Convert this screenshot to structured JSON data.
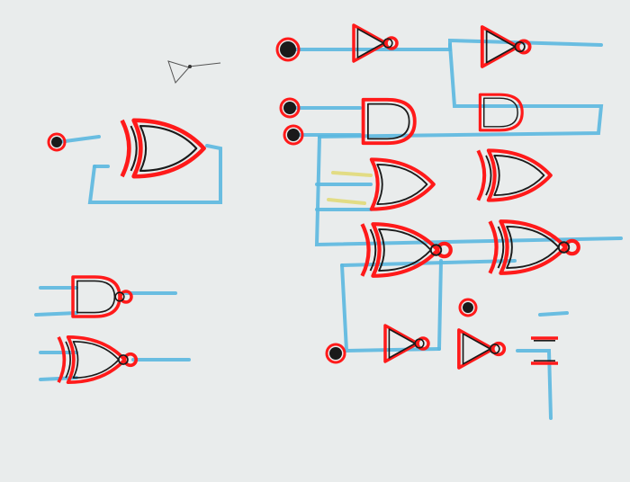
{
  "diagram": {
    "colors": {
      "background": "#e9ecec",
      "wire": "#5bb8e0",
      "highlight": "#ff1a1a",
      "ink": "#1a1a1a",
      "marker": "#e0d86a"
    },
    "symbols": [
      {
        "type": "not-gate"
      },
      {
        "type": "not-gate"
      },
      {
        "type": "nand-gate"
      },
      {
        "type": "and-gate"
      },
      {
        "type": "and-gate"
      },
      {
        "type": "xor-gate"
      },
      {
        "type": "or-gate"
      },
      {
        "type": "xnor-gate"
      },
      {
        "type": "xnor-gate"
      },
      {
        "type": "xor-gate"
      },
      {
        "type": "not-gate"
      },
      {
        "type": "not-gate"
      },
      {
        "type": "xnor-gate"
      },
      {
        "type": "nand-gate"
      },
      {
        "type": "ground-terminal"
      },
      {
        "type": "input-terminal"
      }
    ]
  }
}
